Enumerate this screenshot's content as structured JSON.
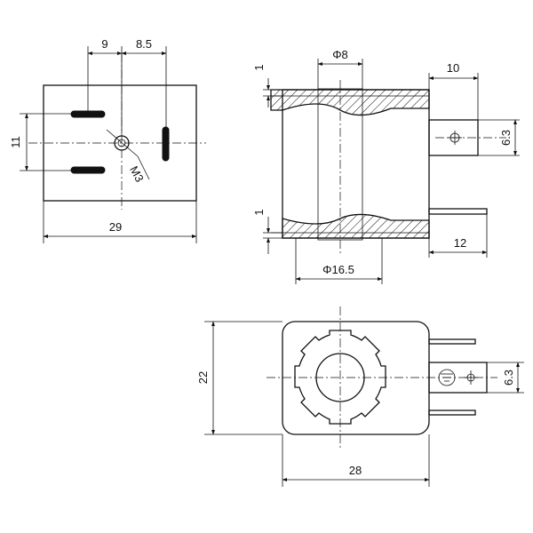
{
  "dimensions": {
    "side_pin_spacing_left": "9",
    "side_pin_spacing_right": "8.5",
    "side_height": "11",
    "side_width": "29",
    "thread": "M3",
    "wall_top": "1",
    "wall_bottom": "1",
    "bore_diameter": "Φ8",
    "outer_diameter": "Φ16.5",
    "terminal_length_top": "10",
    "terminal_length_bottom": "12",
    "terminal_width_section": "6.3",
    "front_height": "22",
    "front_width": "28",
    "terminal_width_front": "6.3"
  }
}
